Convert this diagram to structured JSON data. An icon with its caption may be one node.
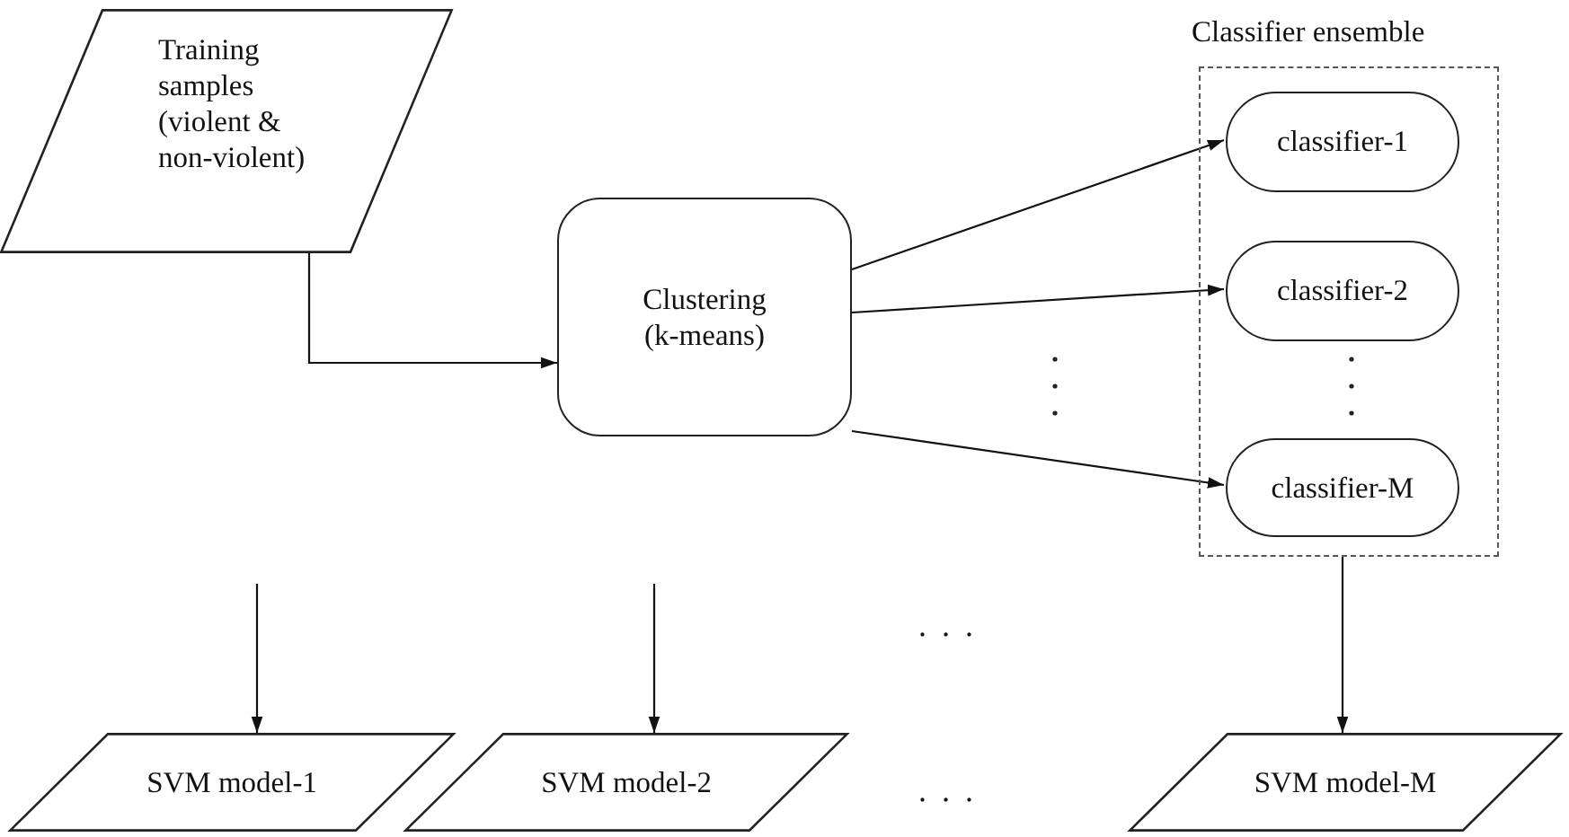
{
  "diagram": {
    "nodes": [
      {
        "text": [
          "Training samples (violent & non-violent)"
        ]
      },
      {
        "text": [
          "Clustering (k-means)"
        ]
      },
      {
        "text": [
          "Classifier ensemble"
        ]
      },
      {
        "text": [
          "classifier-1"
        ],
        "in": 2
      },
      {
        "text": [
          "classifier-2"
        ],
        "in": 2
      },
      {
        "text": [
          "classifier-M"
        ],
        "in": 2
      },
      {
        "text": [
          "SVM model-1"
        ]
      },
      {
        "text": [
          "SVM model-2"
        ]
      },
      {
        "text": [
          "SVM model-M"
        ]
      }
    ],
    "edges": [
      {
        "from": 0,
        "to": 1,
        "arrow": "to"
      },
      {
        "from": 1,
        "to": 3,
        "arrow": "to"
      },
      {
        "from": 1,
        "to": 4,
        "arrow": "to"
      },
      {
        "from": 1,
        "to": 5,
        "arrow": "to"
      },
      {
        "from": null,
        "to": 6,
        "arrow": "to"
      },
      {
        "from": null,
        "to": 7,
        "arrow": "to"
      },
      {
        "from": 2,
        "to": 8,
        "arrow": "to"
      }
    ],
    "labels": [
      ". . .",
      ". . ."
    ]
  }
}
